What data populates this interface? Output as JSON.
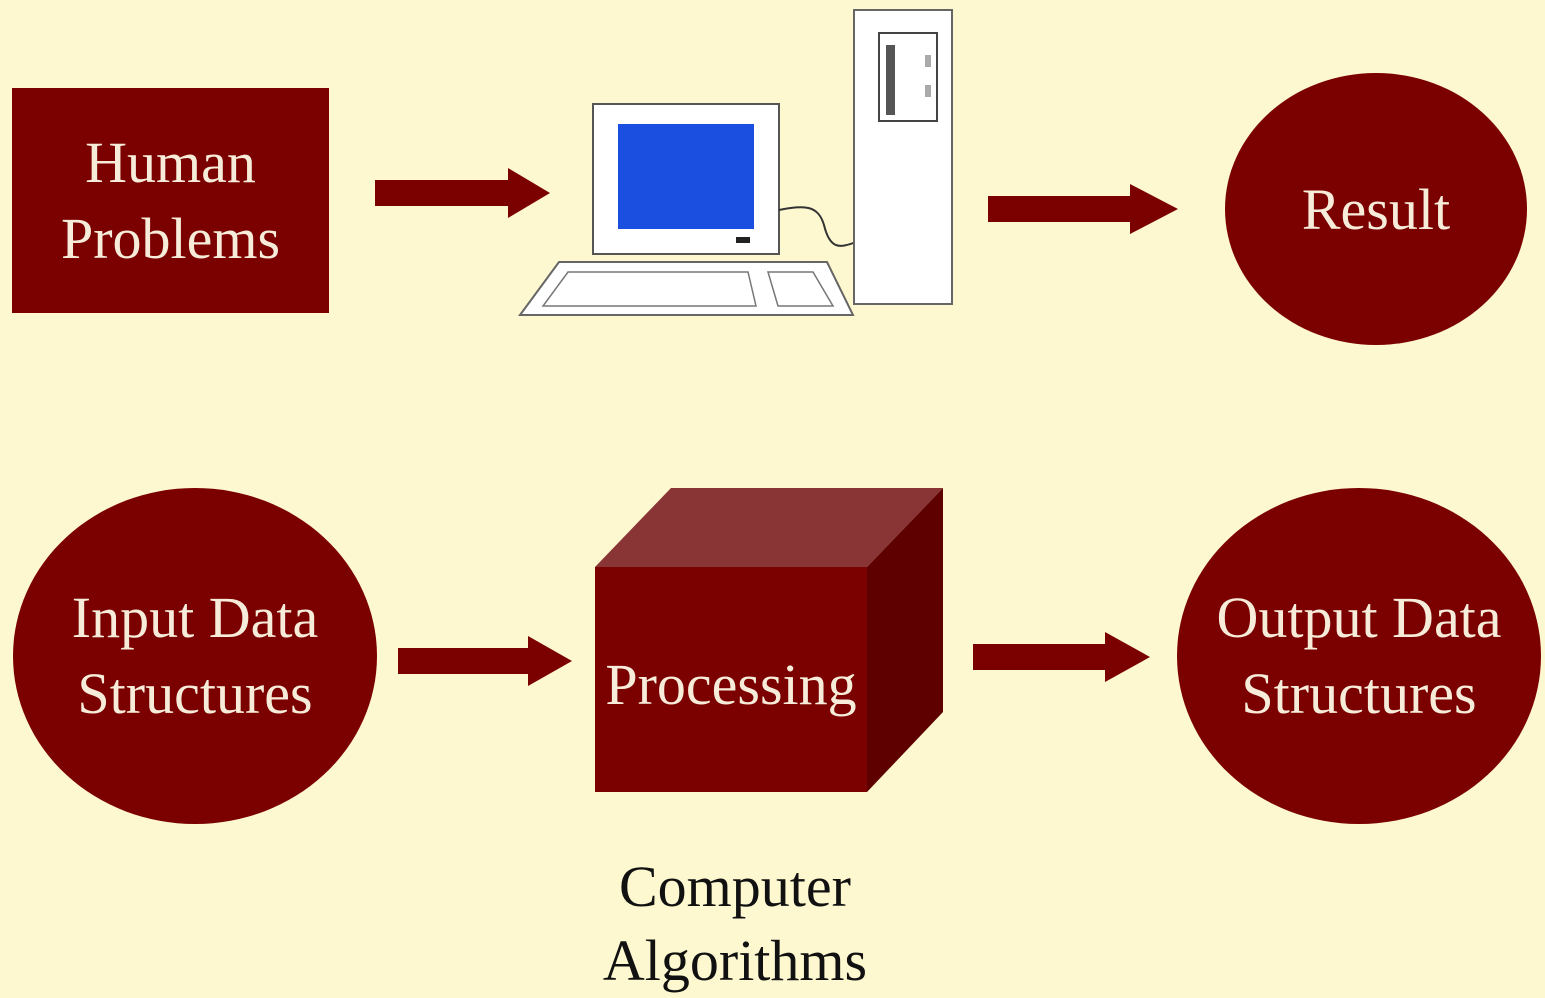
{
  "colors": {
    "background": "#fdf8cf",
    "shape_fill": "#7b0000",
    "shape_text": "#f6ecd9",
    "screen_blue": "#1a4fe0",
    "caption_text": "#111111"
  },
  "icons": [
    "computer-icon"
  ],
  "top_row": {
    "human_problems": {
      "line1": "Human",
      "line2": "Problems"
    },
    "result": "Result"
  },
  "bottom_row": {
    "input": {
      "line1": "Input Data",
      "line2": "Structures"
    },
    "processing": "Processing",
    "output": {
      "line1": "Output Data",
      "line2": "Structures"
    },
    "caption": {
      "line1": "Computer",
      "line2": "Algorithms"
    }
  }
}
